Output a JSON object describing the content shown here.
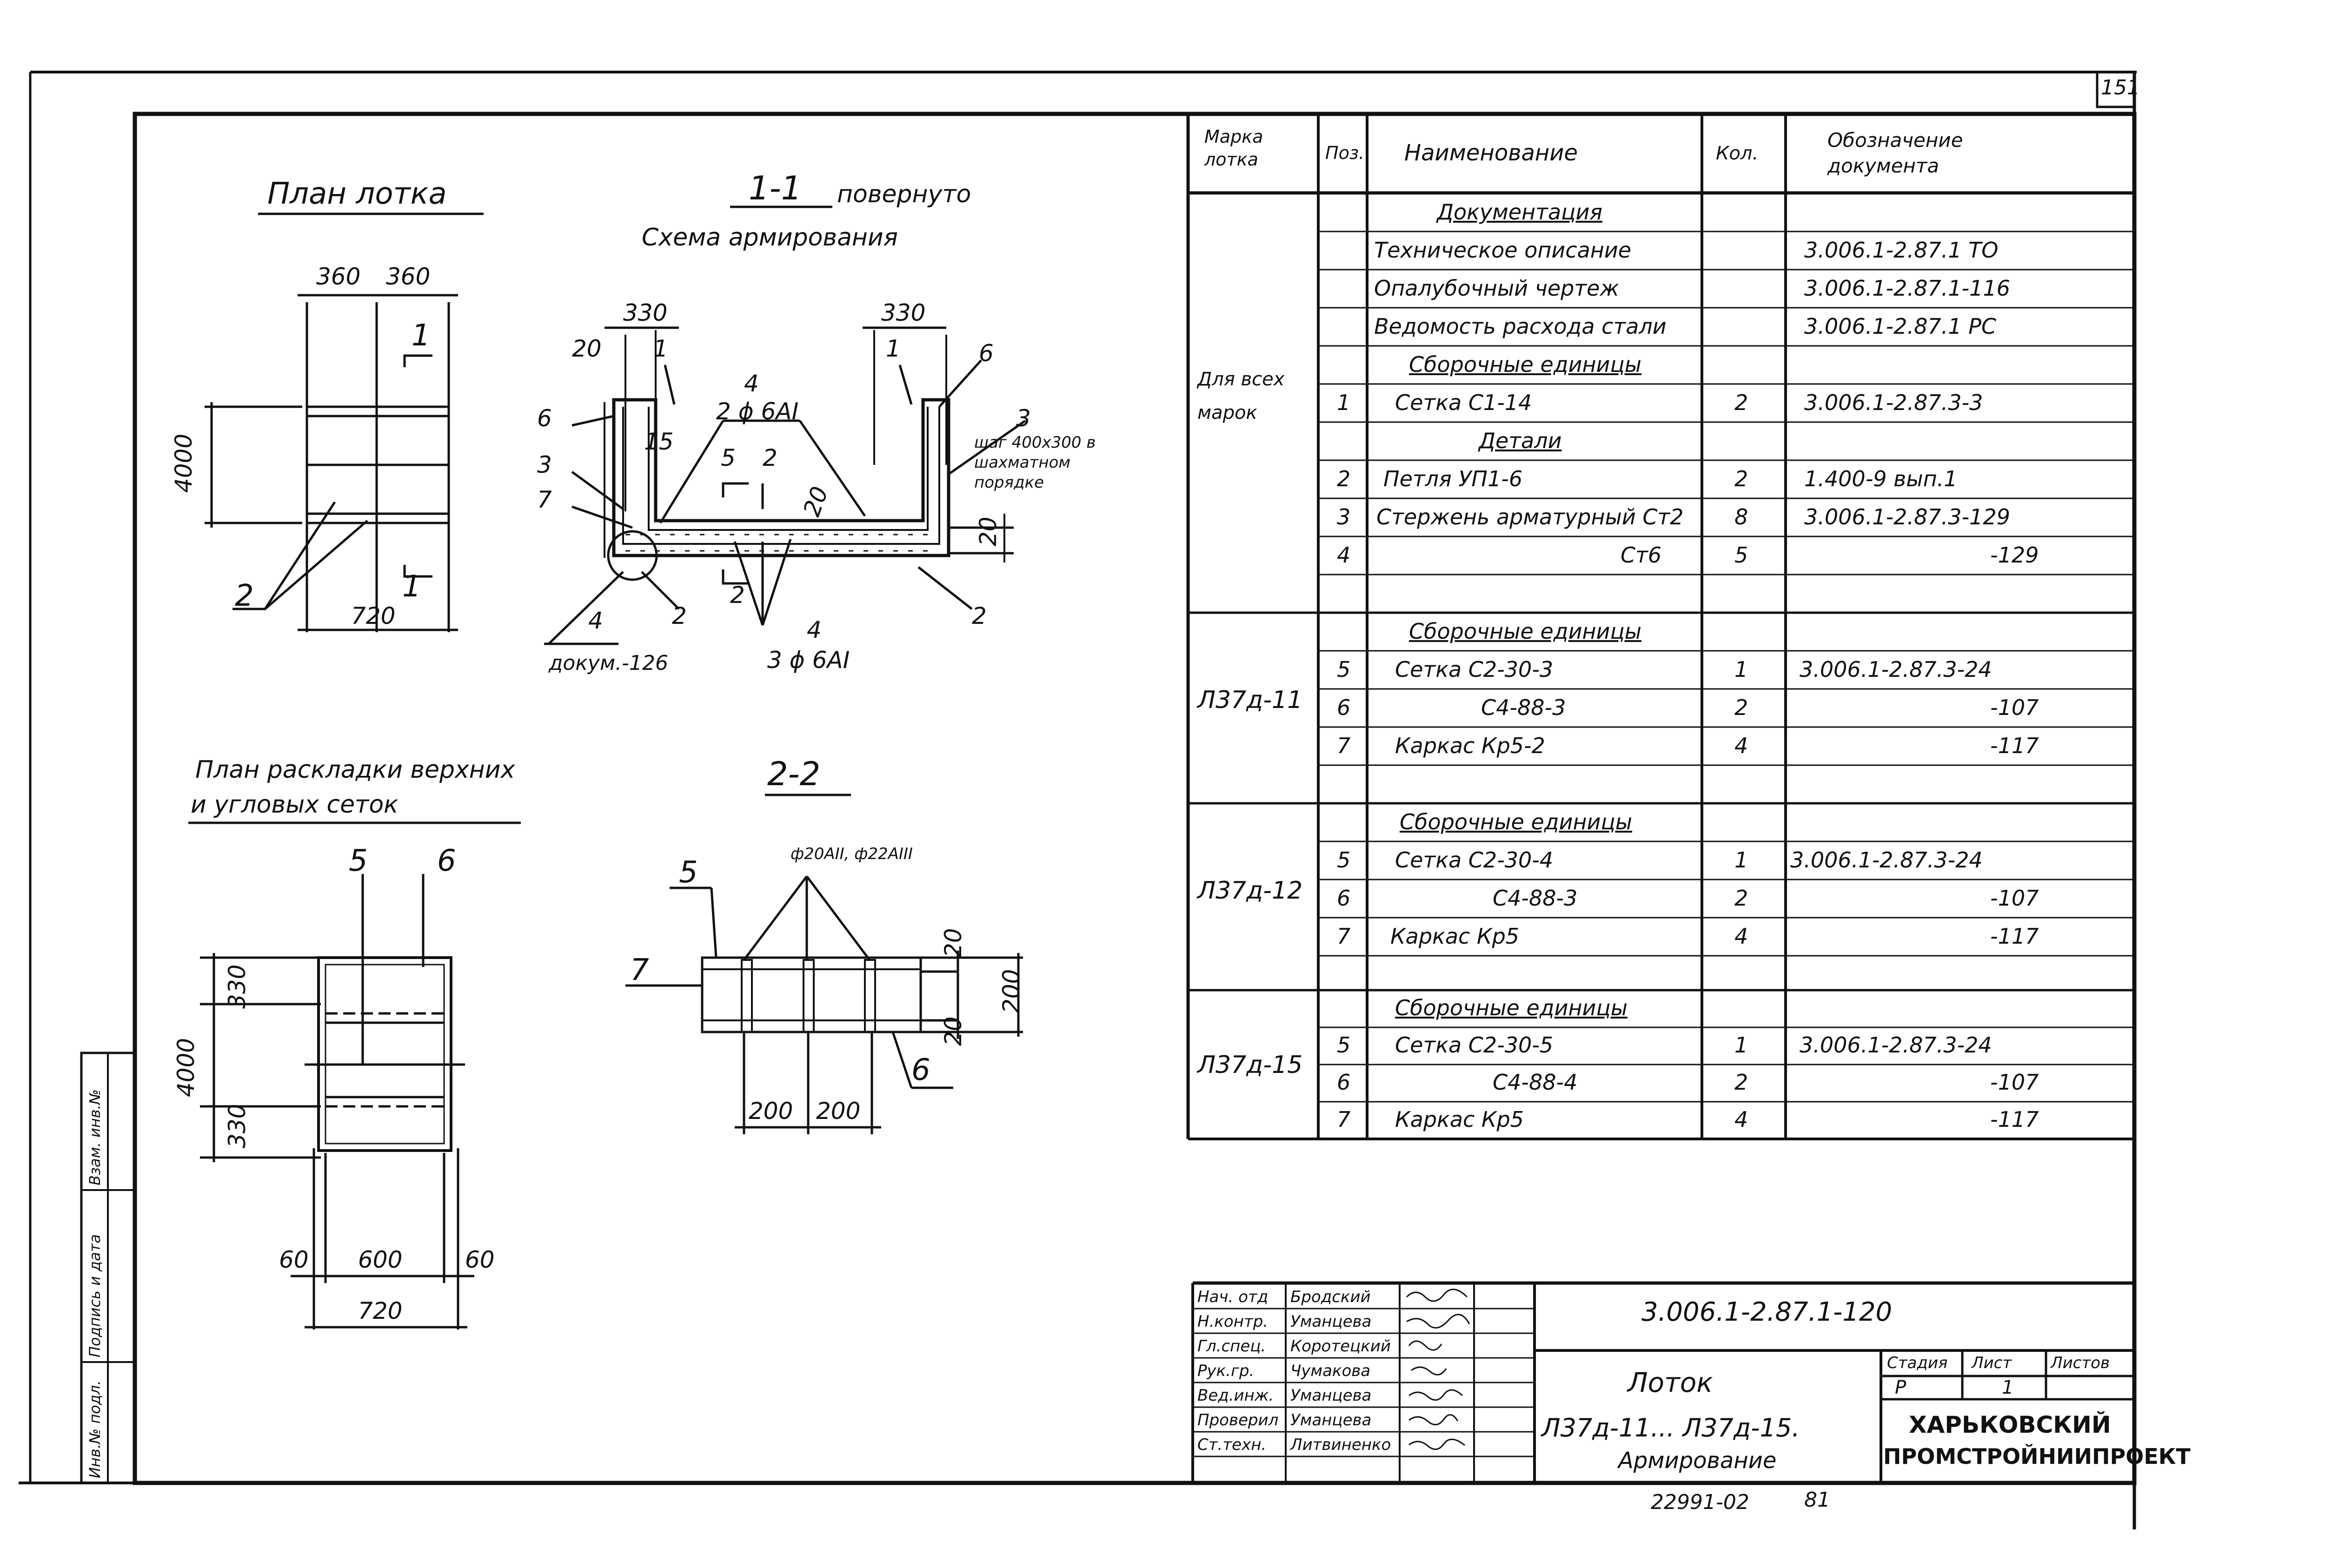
{
  "page_number": "151",
  "views": {
    "plan_title": "План лотка",
    "plan_dims": [
      "360",
      "360",
      "4000",
      "720"
    ],
    "plan_marks": [
      "1",
      "1",
      "2"
    ],
    "section11_title": "1-1",
    "section11_note": "повернуто",
    "section11_subtitle": "Схема армирования",
    "section11_dims": [
      "330",
      "330",
      "20",
      "20",
      "20",
      "15"
    ],
    "section11_marks": [
      "1",
      "1",
      "6",
      "6",
      "3",
      "3",
      "4",
      "4",
      "7",
      "2",
      "2",
      "2",
      "5",
      "2",
      "4"
    ],
    "section11_rebar_top": "2 ϕ 6AI",
    "section11_rebar_bottom": "3 ϕ 6AI",
    "section11_doc_ref": "докум.-126",
    "section11_pitch": [
      "шаг 400х300 в",
      "шахматном",
      "порядке"
    ],
    "layout_title_1": "План раскладки верхних",
    "layout_title_2": "и угловых сеток",
    "layout_dims": [
      "330",
      "330",
      "4000",
      "60",
      "600",
      "60",
      "720"
    ],
    "layout_marks": [
      "5",
      "6"
    ],
    "section22_title": "2-2",
    "section22_rebar": "ф20AII, ф22AIII",
    "section22_dims": [
      "20",
      "20",
      "200",
      "200",
      "200"
    ],
    "section22_marks": [
      "5",
      "7",
      "6"
    ]
  },
  "spec_table": {
    "headers": [
      "Марка лотка",
      "Поз.",
      "Наименование",
      "Кол.",
      "Обозначение документа"
    ],
    "groups": [
      {
        "mark": "Для всех марок",
        "rows": [
          {
            "pos": "",
            "name": "Документация",
            "qty": "",
            "doc": ""
          },
          {
            "pos": "",
            "name": "Техническое описание",
            "qty": "",
            "doc": "3.006.1-2.87.1 ТО"
          },
          {
            "pos": "",
            "name": "Опалубочный чертеж",
            "qty": "",
            "doc": "3.006.1-2.87.1-116"
          },
          {
            "pos": "",
            "name": "Ведомость расхода стали",
            "qty": "",
            "doc": "3.006.1-2.87.1 РС"
          },
          {
            "pos": "",
            "name": "Сборочные единицы",
            "qty": "",
            "doc": ""
          },
          {
            "pos": "1",
            "name": "Сетка С1-14",
            "qty": "2",
            "doc": "3.006.1-2.87.3-3"
          },
          {
            "pos": "",
            "name": "Детали",
            "qty": "",
            "doc": ""
          },
          {
            "pos": "2",
            "name": "Петля УП1-6",
            "qty": "2",
            "doc": "1.400-9 вып.1"
          },
          {
            "pos": "3",
            "name": "Стержень арматурный Ст2",
            "qty": "8",
            "doc": "3.006.1-2.87.3-129"
          },
          {
            "pos": "4",
            "name": "Ст6",
            "qty": "5",
            "doc": "-129"
          }
        ]
      },
      {
        "mark": "Л37д-11",
        "rows": [
          {
            "pos": "",
            "name": "Сборочные единицы",
            "qty": "",
            "doc": ""
          },
          {
            "pos": "5",
            "name": "Сетка С2-30-3",
            "qty": "1",
            "doc": "3.006.1-2.87.3-24"
          },
          {
            "pos": "6",
            "name": "С4-88-3",
            "qty": "2",
            "doc": "-107"
          },
          {
            "pos": "7",
            "name": "Каркас Кр5-2",
            "qty": "4",
            "doc": "-117"
          }
        ]
      },
      {
        "mark": "Л37д-12",
        "rows": [
          {
            "pos": "",
            "name": "Сборочные единицы",
            "qty": "",
            "doc": ""
          },
          {
            "pos": "5",
            "name": "Сетка С2-30-4",
            "qty": "1",
            "doc": "3.006.1-2.87.3-24"
          },
          {
            "pos": "6",
            "name": "С4-88-3",
            "qty": "2",
            "doc": "-107"
          },
          {
            "pos": "7",
            "name": "Каркас Кр5",
            "qty": "4",
            "doc": "-117"
          }
        ]
      },
      {
        "mark": "Л37д-15",
        "rows": [
          {
            "pos": "",
            "name": "Сборочные единицы",
            "qty": "",
            "doc": ""
          },
          {
            "pos": "5",
            "name": "Сетка С2-30-5",
            "qty": "1",
            "doc": "3.006.1-2.87.3-24"
          },
          {
            "pos": "6",
            "name": "С4-88-4",
            "qty": "2",
            "doc": "-107"
          },
          {
            "pos": "7",
            "name": "Каркас Кр5",
            "qty": "4",
            "doc": "-117"
          }
        ]
      }
    ]
  },
  "title_block": {
    "signatures": [
      {
        "role": "Нач. отд",
        "name": "Бродский"
      },
      {
        "role": "Н.контр.",
        "name": "Уманцева"
      },
      {
        "role": "Гл.спец.",
        "name": "Коротецкий"
      },
      {
        "role": "Рук.гр.",
        "name": "Чумакова"
      },
      {
        "role": "Вед.инж.",
        "name": "Уманцева"
      },
      {
        "role": "Проверил",
        "name": "Уманцева"
      },
      {
        "role": "Ст.техн.",
        "name": "Литвиненко"
      }
    ],
    "designation": "3.006.1-2.87.1-120",
    "product": "Лоток",
    "product_marks": "Л37д-11... Л37д-15.",
    "sheet_subject": "Армирование",
    "stage_label": "Стадия",
    "stage": "Р",
    "sheet_label": "Лист",
    "sheet": "1",
    "sheets_label": "Листов",
    "sheets": "",
    "organization_1": "ХАРЬКОВСКИЙ",
    "organization_2": "ПРОМСТРОЙНИИПРОЕКТ",
    "archive_no": "22991-02",
    "archive_sheet": "81"
  },
  "side_stamp": [
    "Инв.№ подл.",
    "Подпись и дата",
    "Взам. инв.№"
  ]
}
